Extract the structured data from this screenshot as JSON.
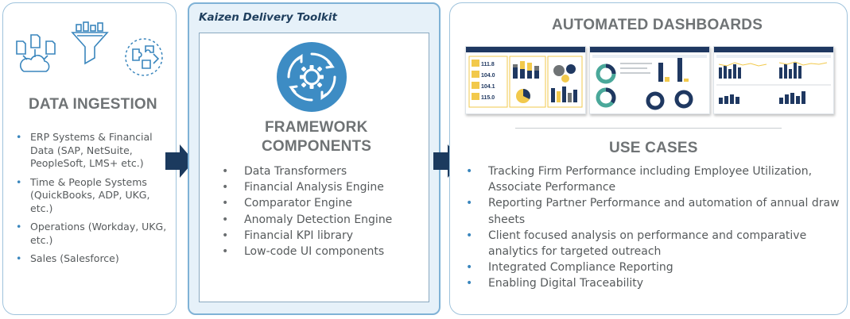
{
  "ingestion": {
    "title": "DATA INGESTION",
    "items": [
      "ERP Systems & Financial Data (SAP, NetSuite, PeopleSoft, LMS+ etc.)",
      "Time & People Systems (QuickBooks, ADP, UKG, etc.)",
      "Operations (Workday, UKG, etc.)",
      "Sales (Salesforce)"
    ]
  },
  "toolkit": {
    "title": "Kaizen Delivery Toolkit",
    "heading_line1": "FRAMEWORK",
    "heading_line2": "COMPONENTS",
    "items": [
      "Data Transformers",
      "Financial Analysis Engine",
      "Comparator Engine",
      "Anomaly Detection Engine",
      "Financial KPI library",
      "Low-code UI components"
    ]
  },
  "dashboards": {
    "title": "AUTOMATED DASHBOARDS",
    "kpi_values": [
      "111.8",
      "104.0",
      "104.1",
      "115.0"
    ]
  },
  "use_cases": {
    "title": "USE CASES",
    "items": [
      "Tracking Firm Performance including Employee Utilization, Associate Performance",
      "Reporting Partner Performance and automation of annual draw sheets",
      "Client focused analysis on performance and comparative analytics for targeted outreach",
      "Integrated Compliance Reporting",
      "Enabling Digital Traceability"
    ]
  },
  "colors": {
    "accent_blue": "#3a86bd",
    "navy": "#1f3861",
    "heading_gray": "#6f7375",
    "border_blue": "#9fc3dc",
    "dashboard_yellow": "#f2c94c"
  },
  "icons": [
    "files-cloud-icon",
    "filter-funnel-icon",
    "data-puzzle-icon",
    "gear-cycle-icon",
    "right-arrow-icon"
  ]
}
